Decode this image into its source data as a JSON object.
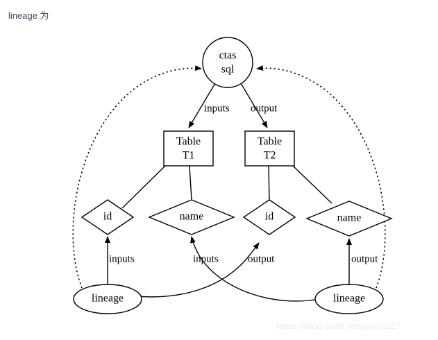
{
  "caption": {
    "text": "lineage 为"
  },
  "watermark": {
    "text": "https://blog.csdn.net/json0227"
  },
  "graph": {
    "nodes": {
      "ctas_sql": {
        "label_line1": "ctas",
        "label_line2": "sql"
      },
      "table_t1": {
        "label_line1": "Table",
        "label_line2": "T1"
      },
      "table_t2": {
        "label_line1": "Table",
        "label_line2": "T2"
      },
      "attr_id_1": {
        "label": "id"
      },
      "attr_name_1": {
        "label": "name"
      },
      "attr_id_2": {
        "label": "id"
      },
      "attr_name_2": {
        "label": "name"
      },
      "lineage_left": {
        "label": "lineage"
      },
      "lineage_right": {
        "label": "lineage"
      }
    },
    "edge_labels": {
      "sql_to_t1": "inputs",
      "sql_to_t2": "output",
      "lineage_left_to_id1": "inputs",
      "lineage_right_to_name1": "inputs",
      "lineage_left_to_id2": "output",
      "lineage_right_to_name2": "output"
    },
    "colors": {
      "stroke": "#000000",
      "fill": "#ffffff",
      "caption_text": "#3f4a5a",
      "watermark_text": "#ebebeb"
    }
  }
}
